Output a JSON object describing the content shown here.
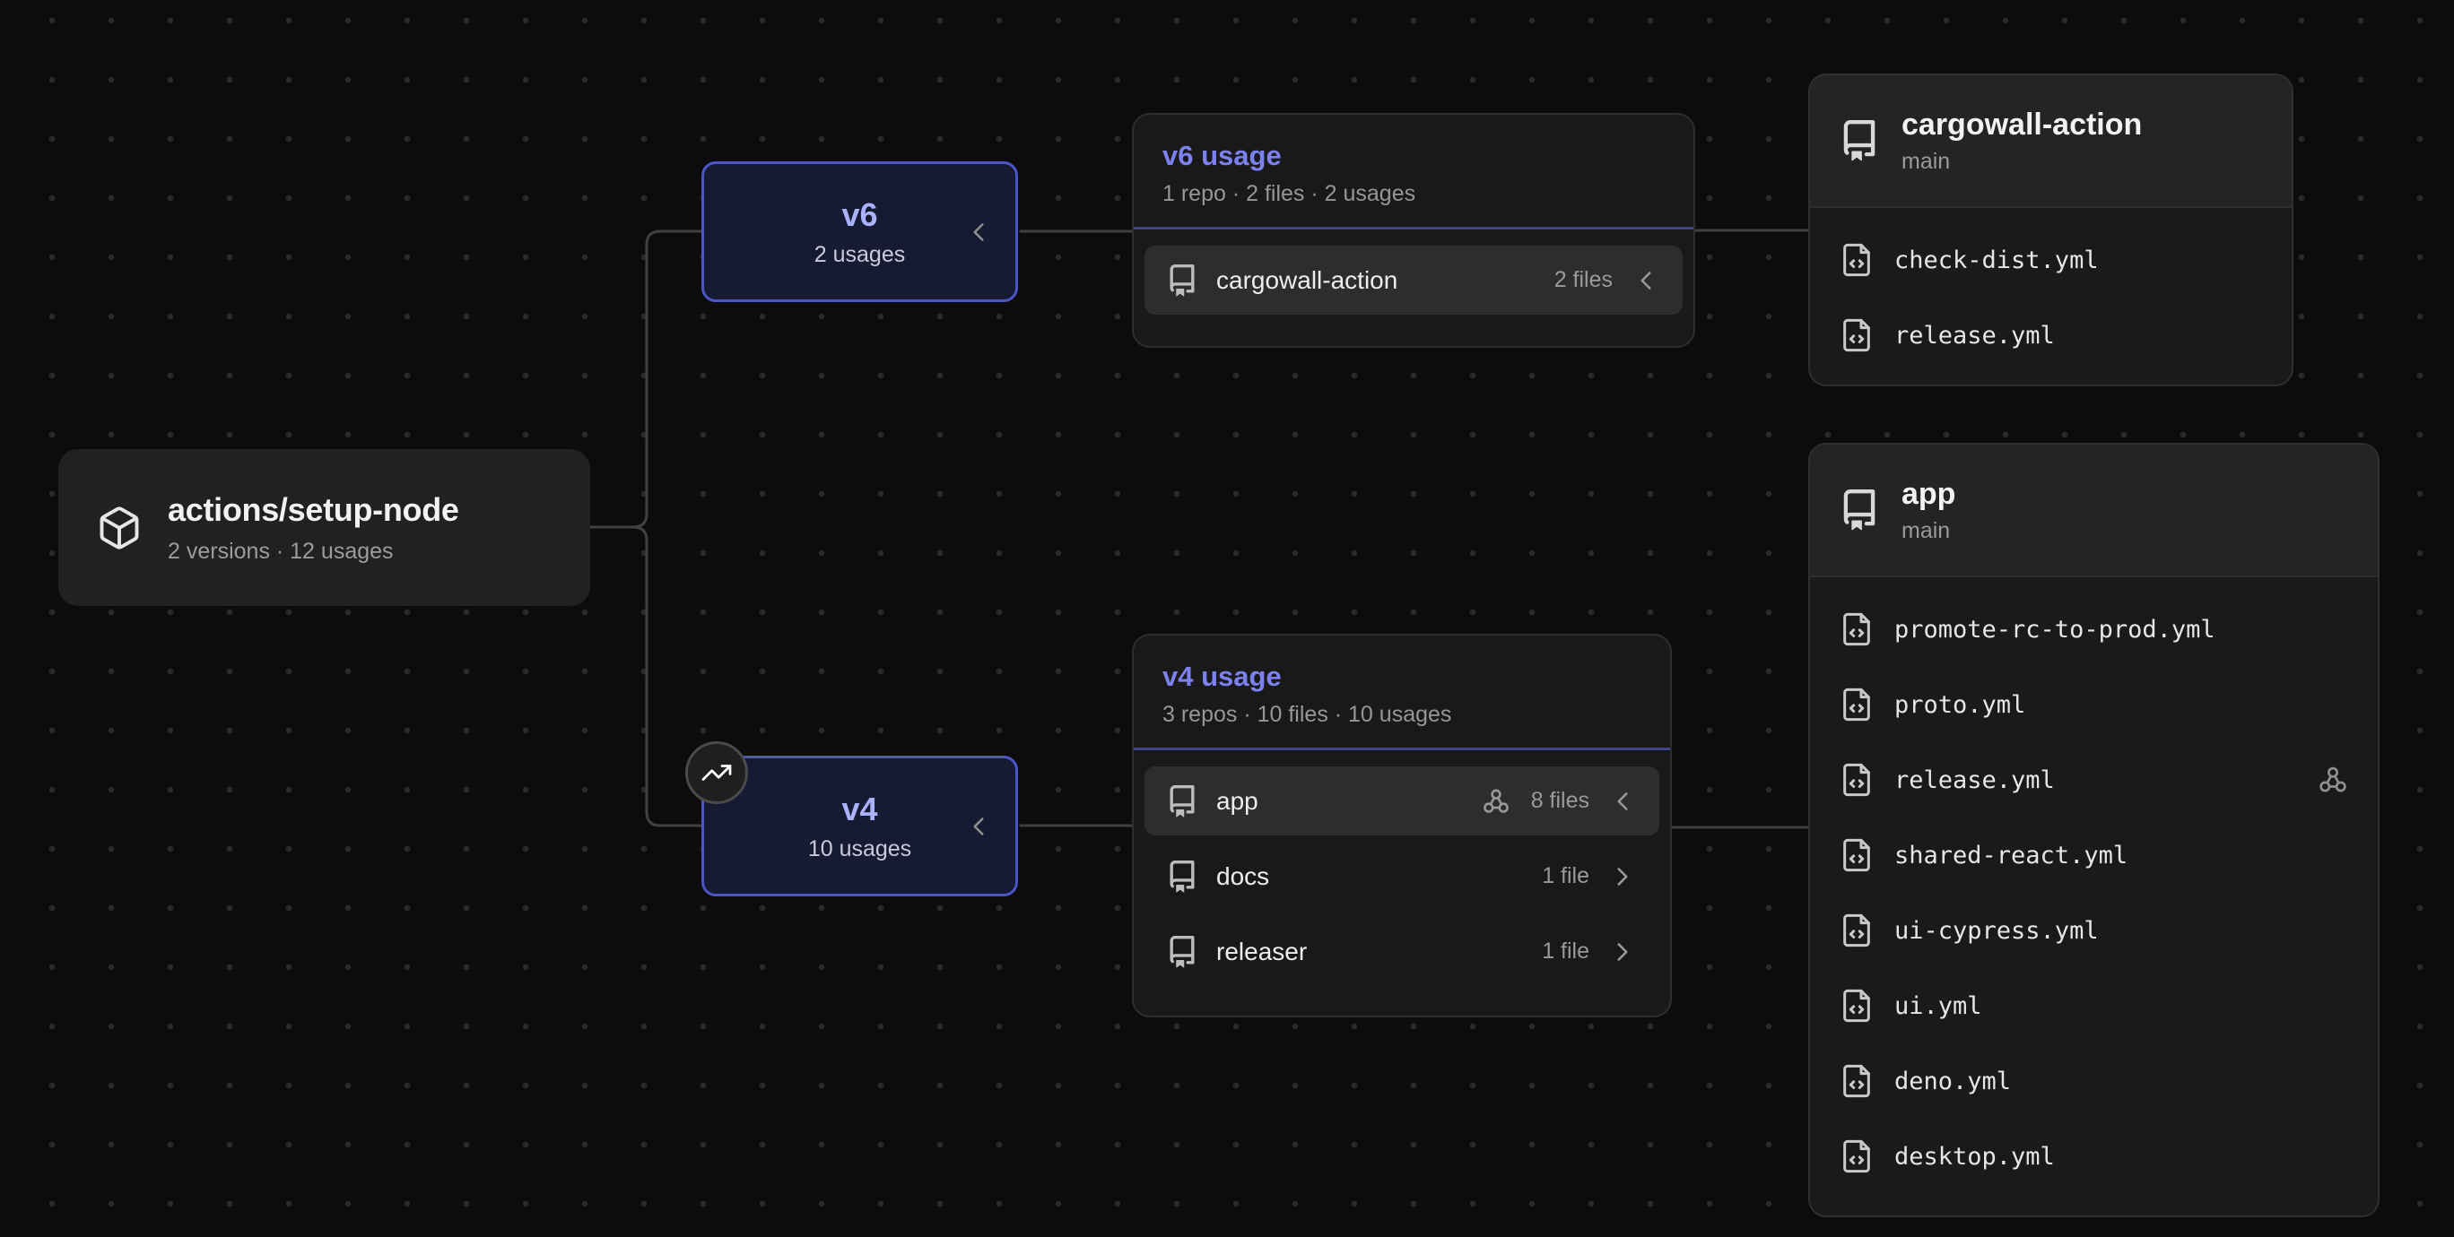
{
  "colors": {
    "background": "#0c0c0c",
    "accent": "#7c81f0",
    "version_node_border": "#4c55c8",
    "edge": "#404040"
  },
  "root_node": {
    "title": "actions/setup-node",
    "subtitle": "2 versions · 12 usages"
  },
  "version_nodes": [
    {
      "label": "v6",
      "usages": "2 usages",
      "trending": false
    },
    {
      "label": "v4",
      "usages": "10 usages",
      "trending": true
    }
  ],
  "usage_panels": [
    {
      "title": "v6 usage",
      "subtitle": "1 repo · 2 files · 2 usages",
      "repos": [
        {
          "name": "cargowall-action",
          "count": "2 files",
          "expanded": true,
          "matrix": false
        }
      ]
    },
    {
      "title": "v4 usage",
      "subtitle": "3 repos · 10 files · 10 usages",
      "repos": [
        {
          "name": "app",
          "count": "8 files",
          "expanded": true,
          "matrix": true
        },
        {
          "name": "docs",
          "count": "1 file",
          "expanded": false,
          "matrix": false
        },
        {
          "name": "releaser",
          "count": "1 file",
          "expanded": false,
          "matrix": false
        }
      ]
    }
  ],
  "repo_panels": [
    {
      "title": "cargowall-action",
      "branch": "main",
      "files": [
        {
          "name": "check-dist.yml",
          "matrix": false
        },
        {
          "name": "release.yml",
          "matrix": false
        }
      ]
    },
    {
      "title": "app",
      "branch": "main",
      "files": [
        {
          "name": "promote-rc-to-prod.yml",
          "matrix": false
        },
        {
          "name": "proto.yml",
          "matrix": false
        },
        {
          "name": "release.yml",
          "matrix": true
        },
        {
          "name": "shared-react.yml",
          "matrix": false
        },
        {
          "name": "ui-cypress.yml",
          "matrix": false
        },
        {
          "name": "ui.yml",
          "matrix": false
        },
        {
          "name": "deno.yml",
          "matrix": false
        },
        {
          "name": "desktop.yml",
          "matrix": false
        }
      ]
    }
  ]
}
